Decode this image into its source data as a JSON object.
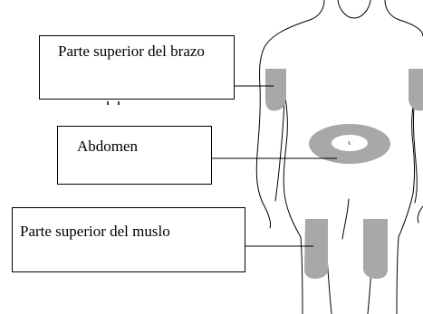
{
  "labels": {
    "upper_arm": "Parte superior del brazo",
    "abdomen": "Abdomen",
    "thigh": "Parte superior del muslo"
  },
  "colors": {
    "outline": "#000000",
    "injection_area": "#a8a8a8",
    "background": "#ffffff"
  }
}
